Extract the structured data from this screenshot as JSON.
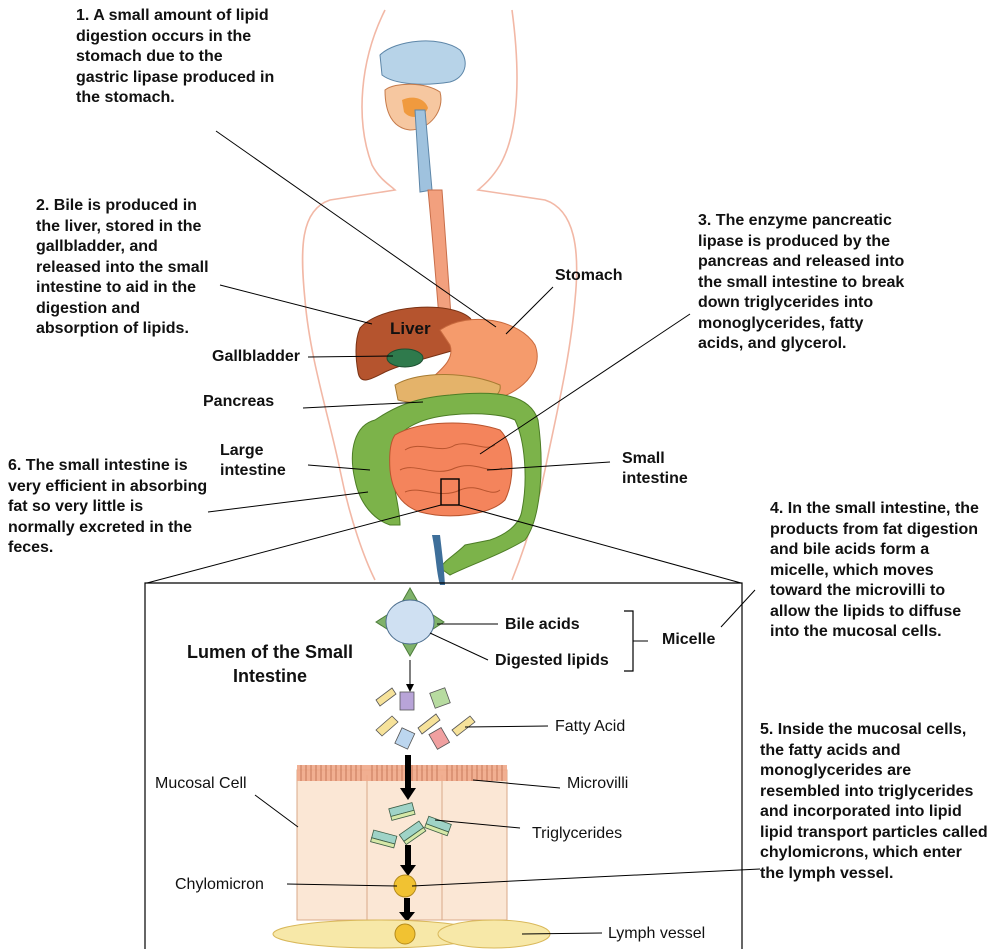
{
  "notes": {
    "n1": "1. A small amount of lipid digestion occurs in the stomach due to the gastric lipase produced in the stomach.",
    "n2": "2. Bile is produced in the liver, stored in the gallbladder, and released into the small intestine to aid in the digestion and absorption of lipids.",
    "n3": "3. The enzyme pancreatic lipase is produced by the pancreas and released into the small intestine to break down triglycerides into monoglycerides, fatty acids, and glycerol.",
    "n4": "4. In the small intestine, the products from fat digestion and bile acids form a micelle, which moves toward the microvilli to allow the lipids to diffuse into the mucosal cells.",
    "n5": "5. Inside the mucosal cells, the fatty acids and monoglycerides are resembled into triglycerides and incorporated into lipid lipid transport particles called chylomicrons, which enter the lymph vessel.",
    "n6": "6. The small intestine is very efficient in absorbing fat so very little is normally excreted in the feces."
  },
  "organs": {
    "stomach": "Stomach",
    "liver": "Liver",
    "gallbladder": "Gallbladder",
    "pancreas": "Pancreas",
    "large_intestine_1": "Large",
    "large_intestine_2": "intestine",
    "small_intestine_1": "Small",
    "small_intestine_2": "intestine"
  },
  "inset": {
    "title_1": "Lumen of the Small",
    "title_2": "Intestine",
    "bile_acids": "Bile acids",
    "digested_lipids": "Digested lipids",
    "micelle": "Micelle",
    "fatty_acid": "Fatty Acid",
    "mucosal_cell": "Mucosal Cell",
    "microvilli": "Microvilli",
    "triglycerides": "Triglycerides",
    "chylomicron": "Chylomicron",
    "lymph_vessel": "Lymph vessel"
  },
  "colors": {
    "body_outline": "#f2b8a6",
    "esophagus": "#f2a07e",
    "liver": "#b5542e",
    "stomach": "#f59b6c",
    "small_intestine": "#f4845c",
    "large_intestine": "#7cb34a",
    "gallbladder": "#2f7a4c",
    "pancreas": "#e4b36a",
    "micelle": "#cfe0f2",
    "micelle_head": "#7fb26a",
    "cell": "#fbe7d5",
    "microvilli": "#f0a98a",
    "chylomicron": "#f1c232",
    "lymph": "#f7e8a8"
  }
}
